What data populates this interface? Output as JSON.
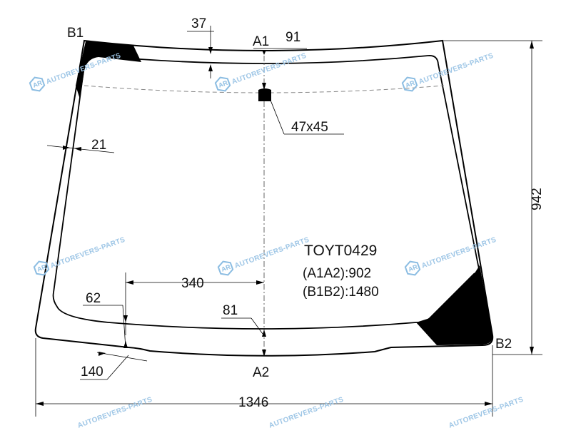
{
  "part_code": "TOYT0429",
  "watermark_text": "AUTOREVERS-PARTS",
  "watermark_logo": "AR",
  "watermark_color": "#9ec6e6",
  "points": {
    "b1": "B1",
    "b2": "B2",
    "a1": "A1",
    "a2": "A2"
  },
  "dimensions": {
    "top_band": "37",
    "top_offset": "91",
    "sensor": "47x45",
    "side_band": "21",
    "height": "942",
    "center_span": "340",
    "bottom_side": "62",
    "bottom_center": "81",
    "bottom_corner": "140",
    "width": "1346"
  },
  "specs": {
    "a1a2": "(A1A2):902",
    "b1b2": "(B1B2):1480"
  }
}
